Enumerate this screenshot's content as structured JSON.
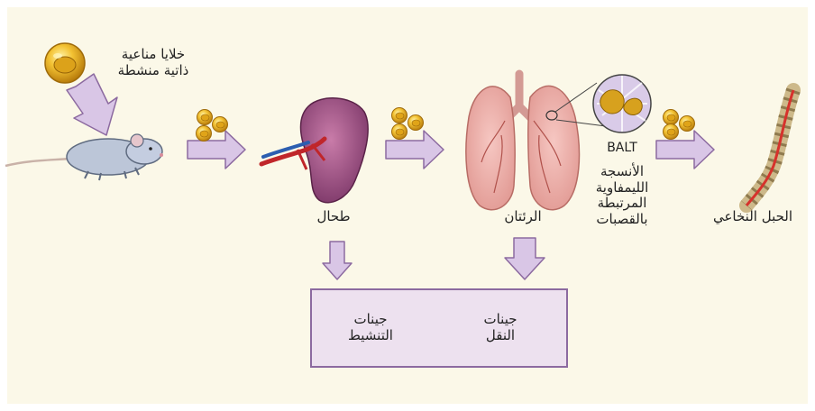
{
  "labels": {
    "cells": "خلايا مناعية\nذاتية منشطة",
    "spleen": "طحال",
    "lungs": "الرئتان",
    "balt_abbr": "BALT",
    "balt_full": "الأنسجة\nالليمفاوية\nالمرتبطة\nبالقصبات",
    "spinal_cord": "الحبل النخاعي"
  },
  "box": {
    "activation_genes": "جينات\nالتنشيط",
    "transport_genes": "جينات\nالنقل"
  },
  "colors": {
    "background": "#fbf8e8",
    "arrow_fill": "#d9c6e6",
    "arrow_stroke": "#8c6aa0",
    "box_fill": "#ede1ef",
    "cell": "#e8b41c"
  }
}
